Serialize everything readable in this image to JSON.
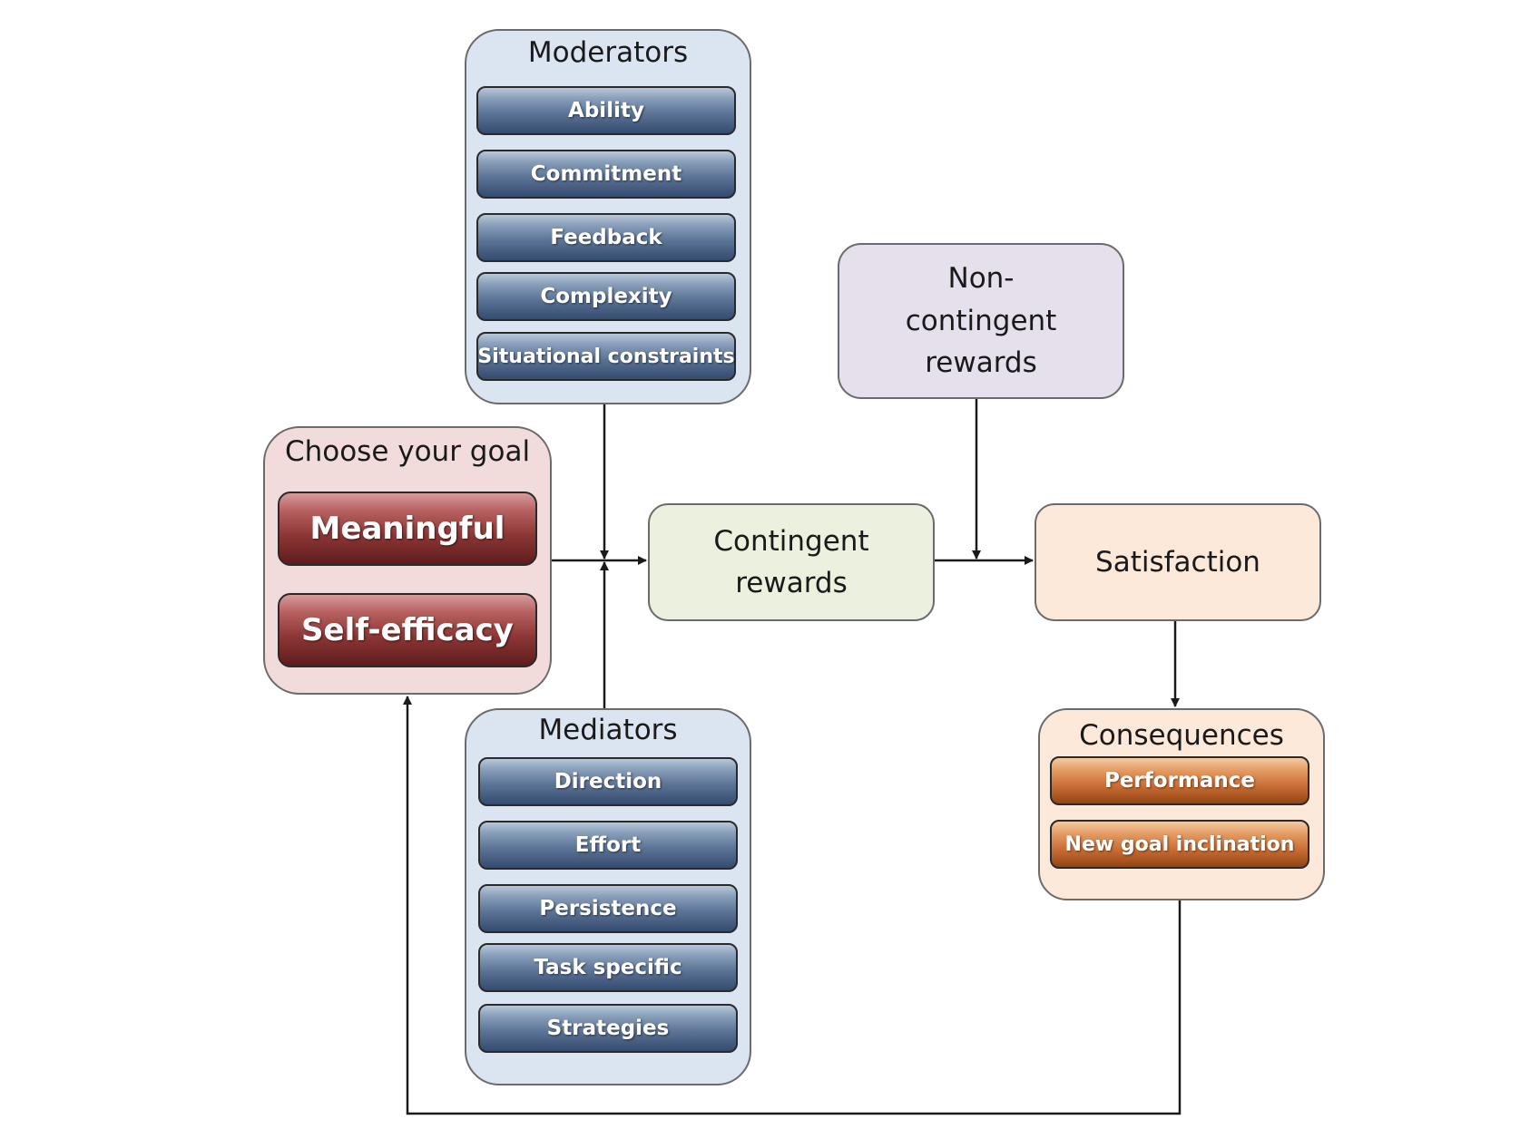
{
  "moderators": {
    "title": "Moderators",
    "items": [
      "Ability",
      "Commitment",
      "Feedback",
      "Complexity",
      "Situational constraints"
    ]
  },
  "choose_goal": {
    "title": "Choose your goal",
    "items": [
      "Meaningful",
      "Self-efficacy"
    ]
  },
  "contingent_rewards": {
    "line1": "Contingent",
    "line2": "rewards"
  },
  "non_contingent_rewards": {
    "line1": "Non-",
    "line2": "contingent",
    "line3": "rewards"
  },
  "satisfaction": {
    "label": "Satisfaction"
  },
  "mediators": {
    "title": "Mediators",
    "items": [
      "Direction",
      "Effort",
      "Persistence",
      "Task specific",
      "Strategies"
    ]
  },
  "consequences": {
    "title": "Consequences",
    "items": [
      "Performance",
      "New goal inclination"
    ]
  },
  "colors": {
    "moderators_fill": "#dbe5f1",
    "mediators_fill": "#dbe5f1",
    "choose_goal_fill": "#f2dcdb",
    "contingent_fill": "#ebf1de",
    "non_contingent_fill": "#e5e0ec",
    "satisfaction_fill": "#fde9d9",
    "consequences_fill": "#fde9d9",
    "blue_item": "#4f6a8f",
    "red_item": "#8c3535",
    "orange_item": "#c86d34",
    "connector": "#1a1a1a"
  }
}
